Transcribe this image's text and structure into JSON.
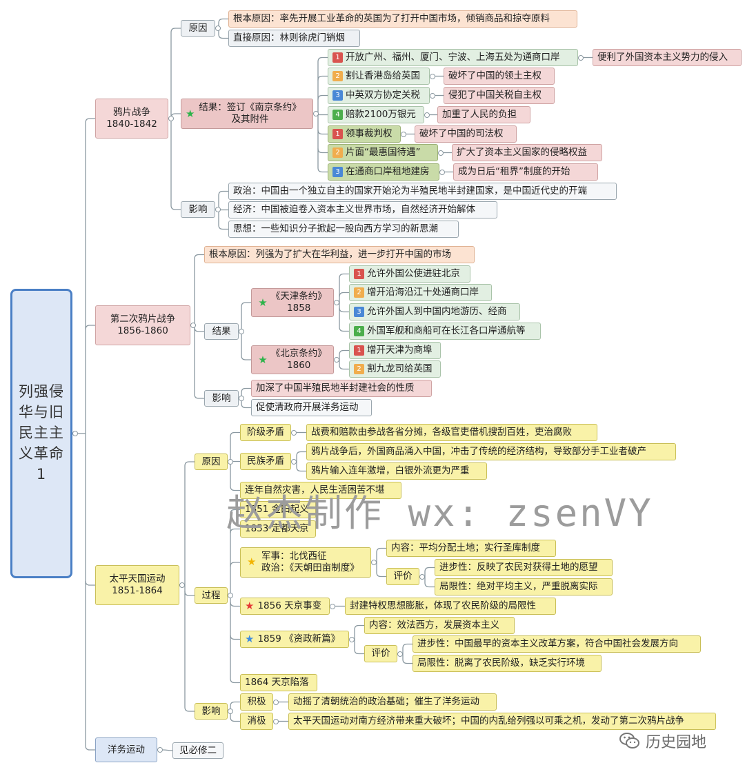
{
  "root": "列强侵华与旧民主主义革命1",
  "opium": {
    "title": "鸦片战争",
    "years": "1840-1842",
    "cause": {
      "label": "原因",
      "items": [
        "根本原因：率先开展工业革命的英国为了打开中国市场，倾销商品和掠夺原料",
        "直接原因：林则徐虎门销烟"
      ]
    },
    "result": {
      "label": "结果：签订《南京条约》及其附件",
      "items": [
        {
          "num": "1",
          "text": "开放广州、福州、厦门、宁波、上海五处为通商口岸",
          "effect": "便利了外国资本主义势力的侵入"
        },
        {
          "num": "2",
          "text": "割让香港岛给英国",
          "effect": "破坏了中国的领土主权"
        },
        {
          "num": "3",
          "text": "中英双方协定关税",
          "effect": "侵犯了中国关税自主权"
        },
        {
          "num": "4",
          "text": "赔款2100万银元",
          "effect": "加重了人民的负担"
        },
        {
          "num": "1",
          "text": "领事裁判权",
          "effect": "破坏了中国的司法权"
        },
        {
          "num": "2",
          "text": "片面“最惠国待遇”",
          "effect": "扩大了资本主义国家的侵略权益"
        },
        {
          "num": "3",
          "text": "在通商口岸租地建房",
          "effect": "成为日后“租界”制度的开始"
        }
      ]
    },
    "impact": {
      "label": "影响",
      "items": [
        "政治：中国由一个独立自主的国家开始沦为半殖民地半封建国家，是中国近代史的开端",
        "经济：中国被迫卷入资本主义世界市场，自然经济开始解体",
        "思想：一些知识分子掀起一股向西方学习的新思潮"
      ]
    }
  },
  "second": {
    "title": "第二次鸦片战争",
    "years": "1856-1860",
    "cause": "根本原因：列强为了扩大在华利益，进一步打开中国的市场",
    "result_label": "结果",
    "tianjin": {
      "title": "《天津条约》",
      "year": "1858",
      "items": [
        {
          "num": "1",
          "text": "允许外国公使进驻北京"
        },
        {
          "num": "2",
          "text": "增开沿海沿江十处通商口岸"
        },
        {
          "num": "3",
          "text": "允许外国人到中国内地游历、经商"
        },
        {
          "num": "4",
          "text": "外国军舰和商船可在长江各口岸通航等"
        }
      ]
    },
    "beijing": {
      "title": "《北京条约》",
      "year": "1860",
      "items": [
        {
          "num": "1",
          "text": "增开天津为商埠"
        },
        {
          "num": "2",
          "text": "割九龙司给英国"
        }
      ]
    },
    "impact_label": "影响",
    "impacts": [
      "加深了中国半殖民地半封建社会的性质",
      "促使清政府开展洋务运动"
    ]
  },
  "taiping": {
    "title": "太平天国运动",
    "years": "1851-1864",
    "cause_label": "原因",
    "class_label": "阶级矛盾",
    "class_text": "战费和赔款由参战各省分摊，各级官吏借机搜刮百姓，吏治腐败",
    "nation_label": "民族矛盾",
    "nation_texts": [
      "鸦片战争后，外国商品涌入中国，冲击了传统的经济结构，导致部分手工业者破产",
      "鸦片输入连年激增，白银外流更为严重"
    ],
    "disaster": "连年自然灾害，人民生活困苦不堪",
    "process_label": "过程",
    "p1851": "1851 金田起义",
    "p1853": "1853 定都天京",
    "military": "军事：北伐西征",
    "politics": "政治：《天朝田亩制度》",
    "tianchao_content": "内容：平均分配土地；实行圣库制度",
    "eval_label": "评价",
    "tianchao_progress": "进步性：反映了农民对获得土地的愿望",
    "tianchao_limit": "局限性：绝对平均主义，严重脱离实际",
    "p1856": "1856 天京事变",
    "p1856_effect": "封建特权思想膨胀，体现了农民阶级的局限性",
    "p1859": "1859 《资政新篇》",
    "zizheng_content": "内容：效法西方，发展资本主义",
    "zizheng_progress": "进步性：中国最早的资本主义改革方案，符合中国社会发展方向",
    "zizheng_limit": "局限性：脱离了农民阶级，缺乏实行环境",
    "p1864": "1864 天京陷落",
    "impact_label": "影响",
    "pos_label": "积极",
    "pos_text": "动摇了清朝统治的政治基础；催生了洋务运动",
    "neg_label": "消极",
    "neg_text": "太平天国运动对南方经济带来重大破坏；中国的内乱给列强以可乘之机，发动了第二次鸦片战争"
  },
  "westernization": {
    "title": "洋务运动",
    "note": "见必修二"
  },
  "watermark": "赵杰制作 wx: zsenVY",
  "brand": "历史园地",
  "icons": {
    "rank_star": "star-icon",
    "brand_logo": "wechat-icon"
  },
  "colors": {
    "root_border": "#4a7fc5",
    "pink": "#f4d7d7",
    "yellow": "#f9f2a8",
    "olive": "#c9dba8",
    "line": "#8a98a0"
  }
}
